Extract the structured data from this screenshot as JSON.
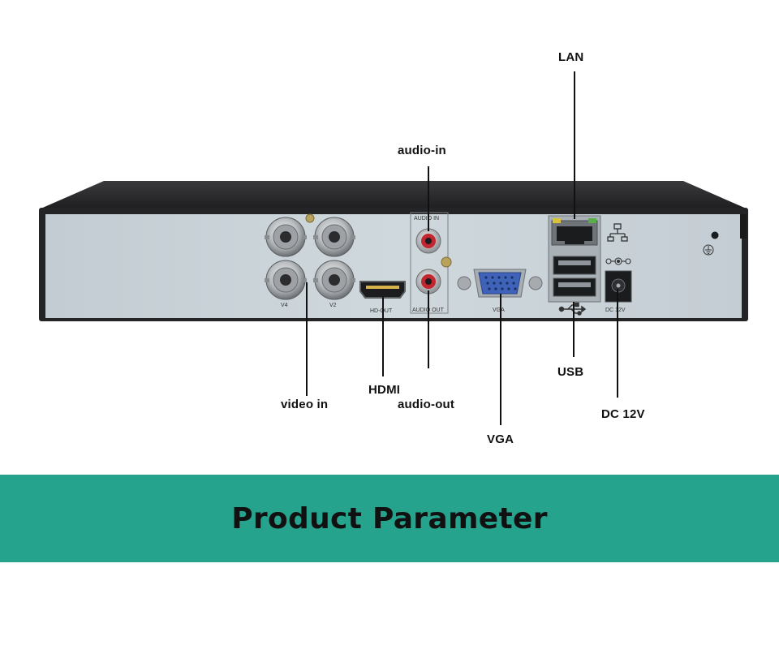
{
  "callouts": {
    "lan": "LAN",
    "audio_in": "audio-in",
    "video_in": "video in",
    "hdmi": "HDMI",
    "audio_out": "audio-out",
    "vga": "VGA",
    "usb": "USB",
    "dc": "DC 12V"
  },
  "panel_labels": {
    "audio_in": "AUDIO IN",
    "audio_out": "AUDIO OUT",
    "hd_out": "HD-OUT",
    "vga": "VGA",
    "dc": "DC 12V",
    "v4": "V4",
    "v2": "V2"
  },
  "banner": {
    "title": "Product Parameter"
  },
  "colors": {
    "banner": "#25a38c",
    "panel": "#c9d3d9",
    "chassis": "#2b2b2d",
    "vga_port": "#3e63b8",
    "rca_red": "#c2262e"
  }
}
